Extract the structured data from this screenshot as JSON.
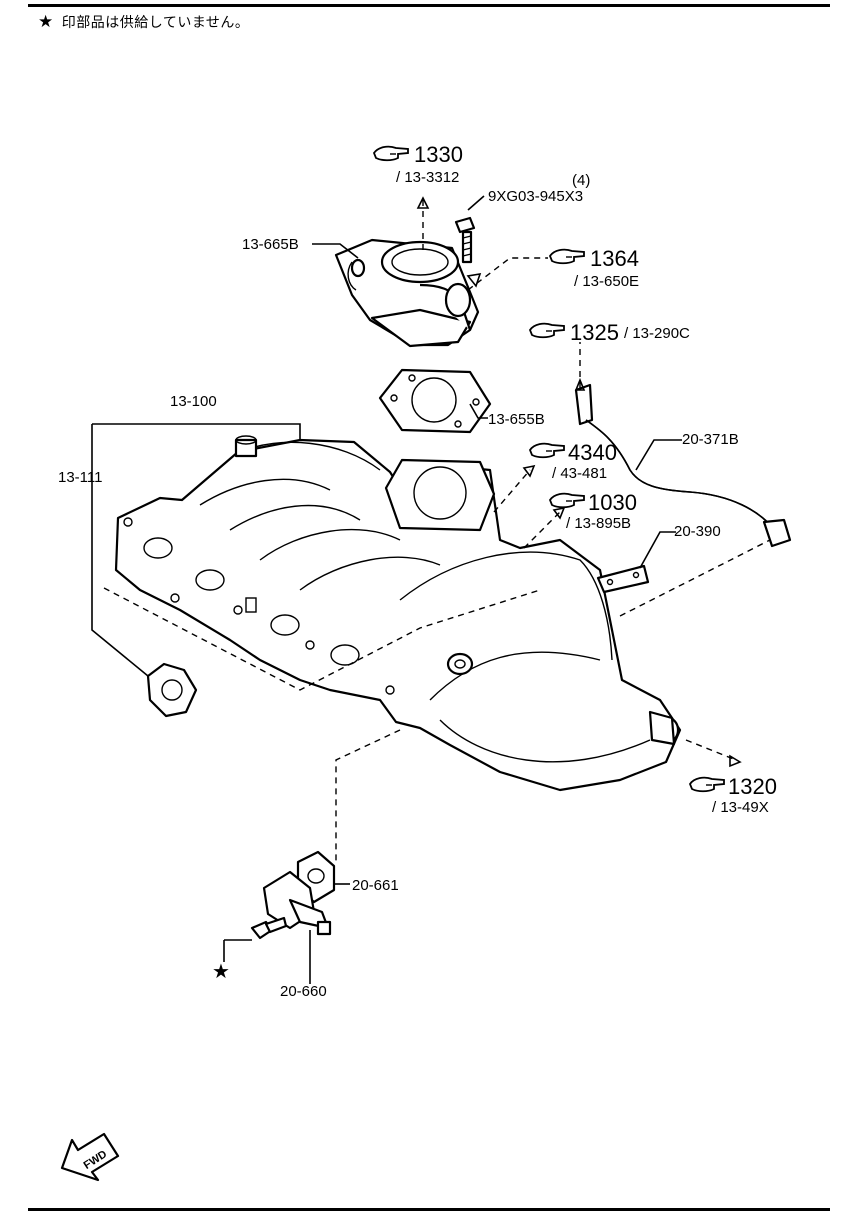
{
  "note": {
    "star": "★",
    "text": "印部品は供給していません。"
  },
  "labels": {
    "p13_100": "13-100",
    "p13_111": "13-111",
    "p13_665B": "13-665B",
    "p13_655B": "13-655B",
    "p9XG03": "9XG03-945X3",
    "qty4": "(4)",
    "p20_371B": "20-371B",
    "p20_390": "20-390",
    "p20_661": "20-661",
    "p20_660": "20-660",
    "star_mark": "★"
  },
  "refs": [
    {
      "fig": "1330",
      "code": "/ 13-3312"
    },
    {
      "fig": "1364",
      "code": "/ 13-650E"
    },
    {
      "fig": "1325",
      "code": "/ 13-290C"
    },
    {
      "fig": "4340",
      "code": "/ 43-481"
    },
    {
      "fig": "1030",
      "code": "/ 13-895B"
    },
    {
      "fig": "1320",
      "code": "/ 13-49X"
    }
  ],
  "fwd": "FWD",
  "icons": {
    "ref_icon": "pointing-hand-icon",
    "fwd_icon": "fwd-arrow-icon"
  }
}
